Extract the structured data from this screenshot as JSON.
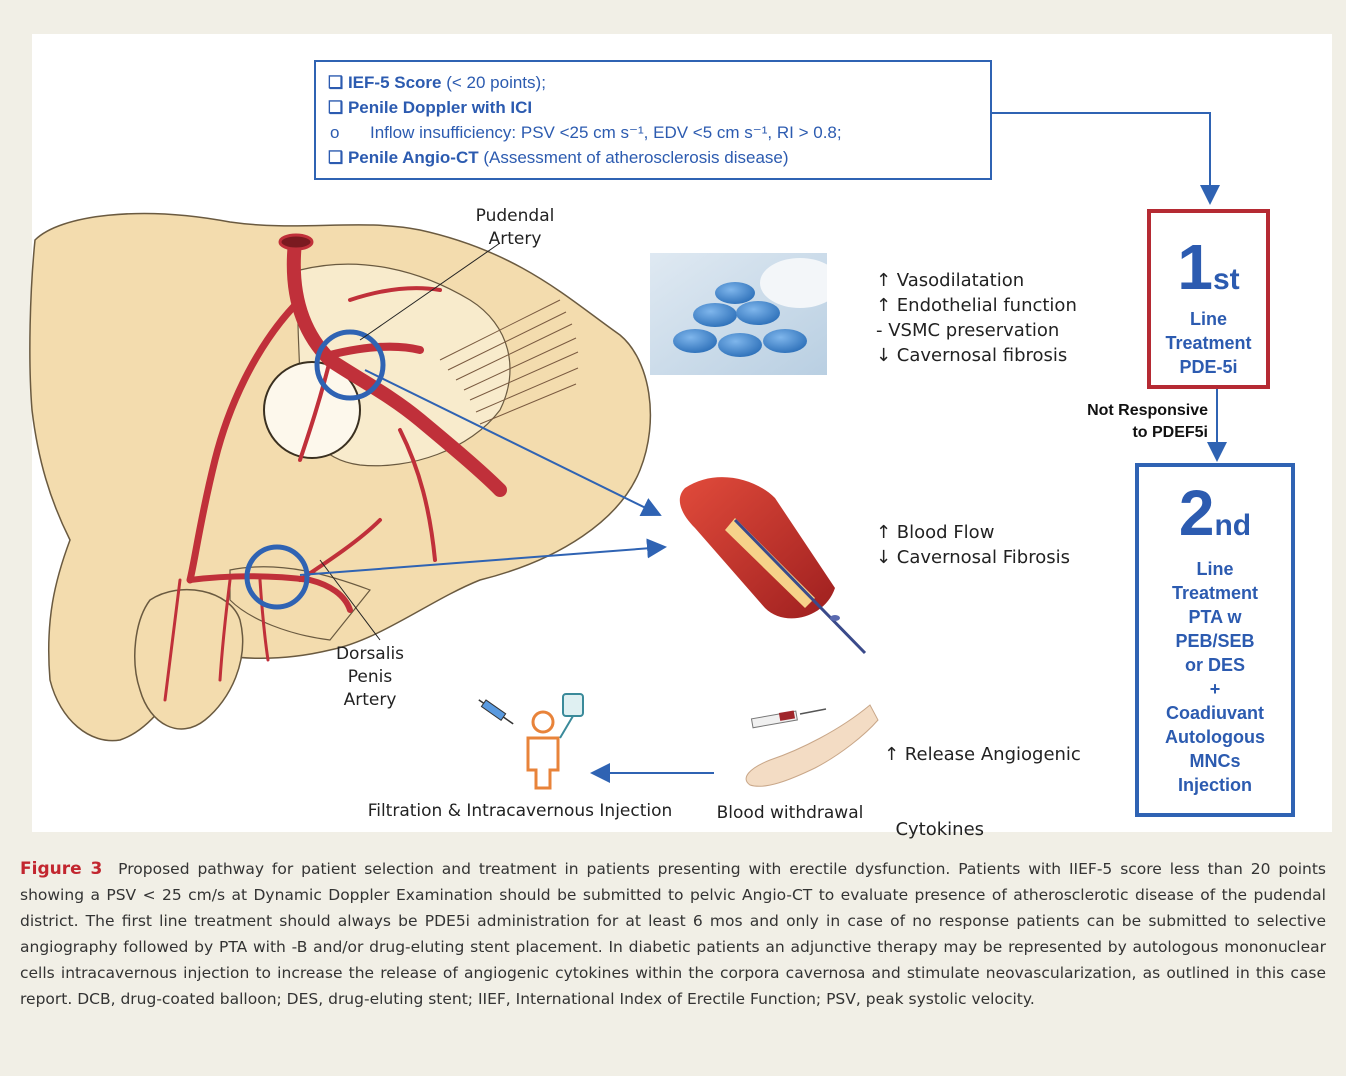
{
  "criteria": {
    "line1_bold": "❑ IEF-5 Score",
    "line1_rest": " (< 20 points);",
    "line2": "❑ Penile Doppler with ICI",
    "line3_bullet": "o",
    "line3": "Inflow insufficiency: PSV <25 cm s⁻¹, EDV <5 cm s⁻¹, RI > 0.8;",
    "line4_bold": "❑ Penile Angio-CT",
    "line4_rest": " (Assessment of atherosclerosis disease)"
  },
  "anatomy": {
    "pudendal_1": "Pudendal",
    "pudendal_2": "Artery",
    "dorsalis_1": "Dorsalis",
    "dorsalis_2": "Penis",
    "dorsalis_3": "Artery"
  },
  "pde_effects": [
    "↑ Vasodilatation",
    "↑ Endothelial function",
    "- VSMC preservation",
    "↓ Cavernosal fibrosis"
  ],
  "pta_effects": [
    "↑ Blood Flow",
    "↓ Cavernosal Fibrosis"
  ],
  "cell_effects": [
    "↑ Release Angiogenic",
    "  Cytokines"
  ],
  "first_line": {
    "num": "1",
    "suffix": "st",
    "lines": [
      "Line",
      "Treatment",
      "PDE-5i"
    ]
  },
  "not_responsive": [
    "Not Responsive",
    "to PDEF5i"
  ],
  "second_line": {
    "num": "2",
    "suffix": "nd",
    "lines": [
      "Line",
      "Treatment",
      "PTA w",
      "PEB/SEB",
      "or DES",
      "+",
      "Coadiuvant",
      "Autologous",
      "MNCs",
      "Injection"
    ]
  },
  "labels": {
    "filtration": "Filtration & Intracavernous Injection",
    "withdrawal": "Blood withdrawal"
  },
  "caption": {
    "fig_label": "Figure 3",
    "text": "Proposed pathway for patient selection and treatment in patients presenting with erectile dysfunction. Patients with IIEF-5 score less than 20 points showing a PSV < 25 cm/s at Dynamic Doppler Examination should be submitted to pelvic Angio-CT to evaluate presence of atherosclerotic disease of the pudendal district. The first line treatment should always be PDE5i administration for at least 6 mos and only in case of no response patients can be submitted to selective angiography followed by PTA with -B and/or drug-eluting stent placement. In diabetic patients an adjunctive therapy may be represented by autologous mononuclear cells intracavernous injection to increase the release of angiogenic cytokines within the corpora cavernosa and stimulate neovascularization, as outlined in this case report. DCB, drug-coated balloon; DES, drug-eluting stent; IIEF, International Index of Erectile Function; PSV, peak systolic velocity."
  },
  "colors": {
    "blue": "#2f63b3",
    "red": "#b52a33",
    "artery": "#c0303a",
    "skin": "#f3dcae"
  }
}
